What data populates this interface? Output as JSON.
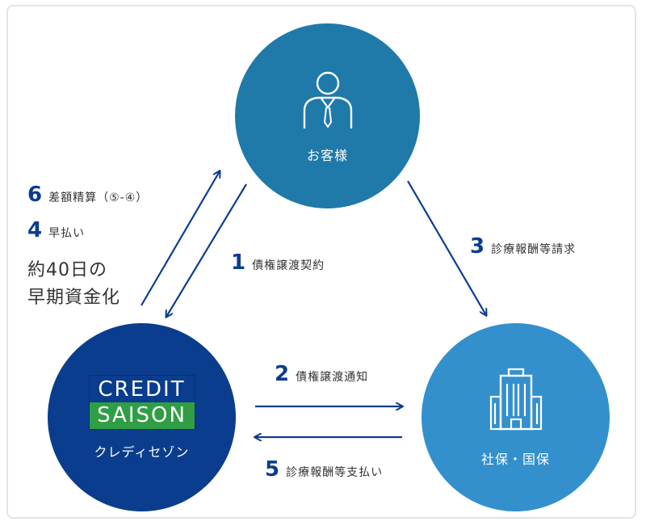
{
  "nodes": {
    "customer": {
      "label": "お客様",
      "icon": "person-icon"
    },
    "saison": {
      "logo_top": "CREDIT",
      "logo_bottom": "SAISON",
      "label": "クレディセゾン"
    },
    "insurance": {
      "label": "社保・国保",
      "icon": "building-icon"
    }
  },
  "steps": [
    {
      "num": "1",
      "text": "債権譲渡契約"
    },
    {
      "num": "2",
      "text": "債権譲渡通知"
    },
    {
      "num": "3",
      "text": "診療報酬等請求"
    },
    {
      "num": "4",
      "text": "早払い"
    },
    {
      "num": "5",
      "text": "診療報酬等支払い"
    },
    {
      "num": "6",
      "text": "差額精算（⑤-④）"
    }
  ],
  "note": {
    "line1": "約40日の",
    "line2": "早期資金化"
  },
  "colors": {
    "customer": "#1f7aa9",
    "saison": "#0b3d8e",
    "insurance": "#3390cc",
    "logo_green": "#2f9e44",
    "arrow": "#0b3d8e"
  }
}
